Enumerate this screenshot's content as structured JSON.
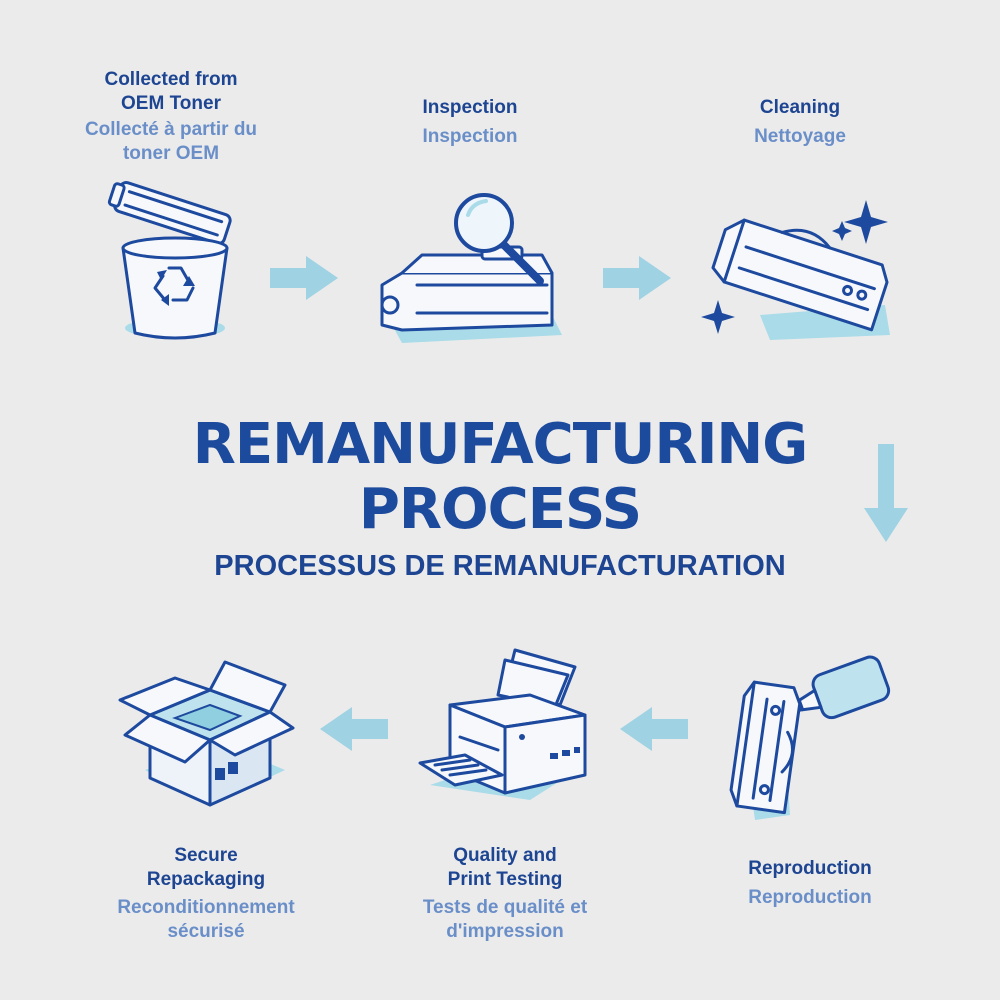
{
  "title": {
    "line1": "REMANUFACTURING",
    "line2": "PROCESS",
    "subtitle": "PROCESSUS DE REMANUFACTURATION"
  },
  "steps": {
    "collected": {
      "en_line1": "Collected from",
      "en_line2": "OEM Toner",
      "fr_line1": "Collecté à partir du",
      "fr_line2": "toner OEM",
      "icon": "recycle-bin-icon"
    },
    "inspection": {
      "en": "Inspection",
      "fr": "Inspection",
      "icon": "magnifying-glass-icon"
    },
    "cleaning": {
      "en": "Cleaning",
      "fr": "Nettoyage",
      "icon": "sparkle-icon"
    },
    "reproduction": {
      "en": "Reproduction",
      "fr": "Reproduction",
      "icon": "toner-bottle-icon"
    },
    "quality": {
      "en_line1": "Quality and",
      "en_line2": "Print Testing",
      "fr_line1": "Tests de qualité et",
      "fr_line2": "d'impression",
      "icon": "printer-icon"
    },
    "repackaging": {
      "en_line1": "Secure",
      "en_line2": "Repackaging",
      "fr_line1": "Reconditionnement",
      "fr_line2": "sécurisé",
      "icon": "box-icon"
    }
  },
  "colors": {
    "background": "#ebebec",
    "primary_blue": "#1d4591",
    "light_blue_text": "#6a8fc8",
    "arrow_cyan": "#9fd2e2"
  }
}
